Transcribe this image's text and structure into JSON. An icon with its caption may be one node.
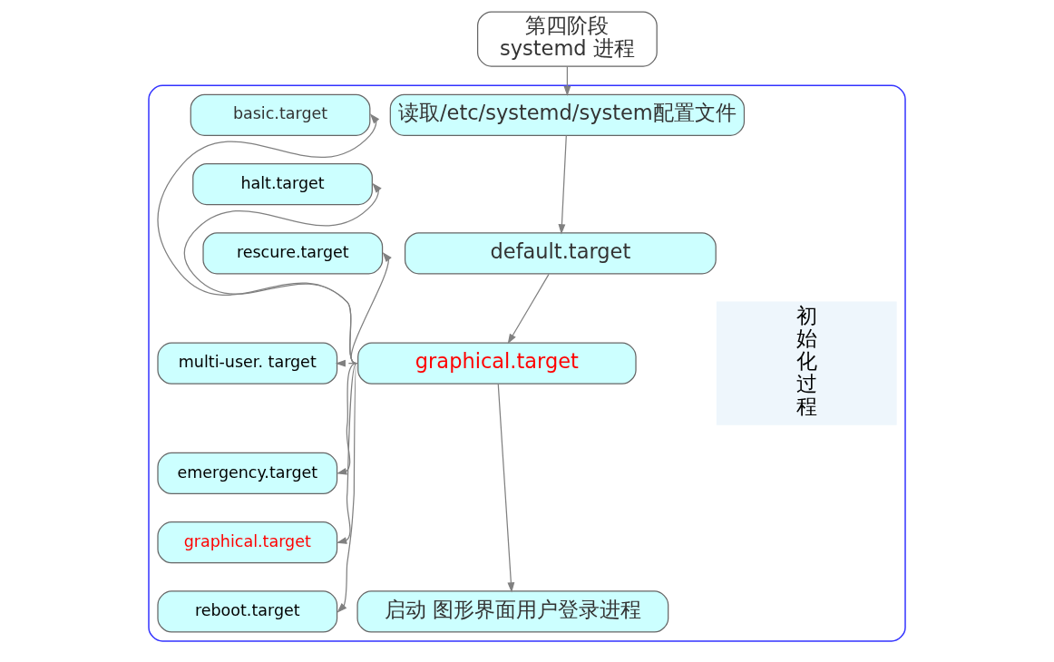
{
  "diagram": {
    "nodes": [
      {
        "text": [
          "第四阶段",
          "systemd 进程"
        ]
      },
      {
        "text": [],
        "shape": "box"
      },
      {
        "text": [
          "读取/etc/systemd/system配置文件"
        ],
        "in": 1
      },
      {
        "text": [
          "default.target"
        ],
        "in": 1
      },
      {
        "text": [
          "graphical.target"
        ],
        "in": 1
      },
      {
        "text": [
          "启动 图形界面用户登录进程"
        ],
        "in": 1
      },
      {
        "text": [
          "basic.target"
        ],
        "in": 1
      },
      {
        "text": [
          "halt.target"
        ],
        "in": 1
      },
      {
        "text": [
          "rescure.target"
        ],
        "in": 1
      },
      {
        "text": [
          "multi-user. target"
        ],
        "in": 1
      },
      {
        "text": [
          "emergency.target"
        ],
        "in": 1
      },
      {
        "text": [
          "graphical.target"
        ],
        "in": 1
      },
      {
        "text": [
          "reboot.target"
        ],
        "in": 1
      },
      {
        "text": [
          "初始化过程"
        ],
        "in": 1
      }
    ],
    "edges": [
      {
        "from": 0,
        "to": 2,
        "arrow": "to"
      },
      {
        "from": 2,
        "to": 3,
        "arrow": "to"
      },
      {
        "from": 3,
        "to": 4,
        "arrow": "to"
      },
      {
        "from": 4,
        "to": 5,
        "arrow": "to"
      },
      {
        "from": 4,
        "to": 6,
        "arrow": "to"
      },
      {
        "from": 4,
        "to": 7,
        "arrow": "to"
      },
      {
        "from": 4,
        "to": 8,
        "arrow": "to"
      },
      {
        "from": 4,
        "to": 9,
        "arrow": "to"
      },
      {
        "from": 4,
        "to": 10,
        "arrow": "to"
      },
      {
        "from": 4,
        "to": 11,
        "arrow": "to"
      },
      {
        "from": 4,
        "to": 12,
        "arrow": "to"
      }
    ]
  }
}
